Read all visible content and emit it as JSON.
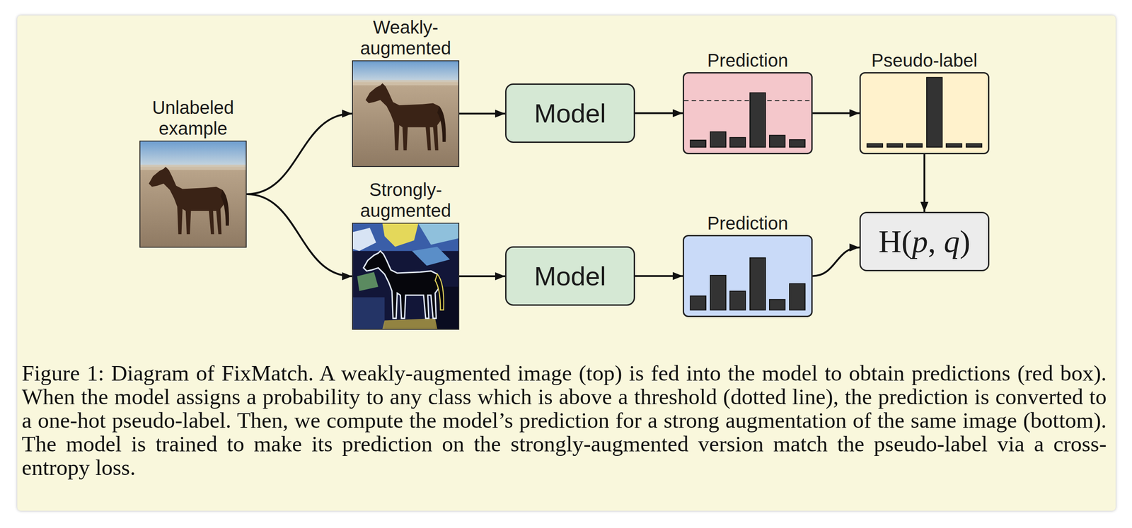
{
  "diagram": {
    "caption": "Figure 1: Diagram of FixMatch. A weakly-augmented image (top) is fed into the model to obtain predictions (red box). When the model assigns a probability to any class which is above a threshold (dotted line), the prediction is converted to a one-hot pseudo-label. Then, we compute the model’s prediction for a strong augmentation of the same image (bottom). The model is trained to make its prediction on the strongly-augmented version match the pseudo-label via a cross-entropy loss.",
    "nodes": [
      {
        "text": [
          "Unlabeled example"
        ]
      },
      {
        "text": [
          "Weakly-augmented"
        ]
      },
      {
        "text": [
          "Model"
        ]
      },
      {
        "text": [
          "Prediction"
        ]
      },
      {
        "text": [
          "Pseudo-label"
        ]
      },
      {
        "text": [
          "Strongly-augmented"
        ]
      },
      {
        "text": [
          "Model"
        ]
      },
      {
        "text": [
          "Prediction"
        ]
      },
      {
        "text": [
          "H(p, q)"
        ]
      }
    ],
    "edges": [
      {
        "from": 0,
        "to": 1,
        "arrow": "to"
      },
      {
        "from": 0,
        "to": 5,
        "arrow": "to"
      },
      {
        "from": 1,
        "to": 2,
        "arrow": "to"
      },
      {
        "from": 2,
        "to": 3,
        "arrow": "to"
      },
      {
        "from": 3,
        "to": 4,
        "arrow": "to"
      },
      {
        "from": 4,
        "to": 8,
        "arrow": "to"
      },
      {
        "from": 5,
        "to": 6,
        "arrow": "to"
      },
      {
        "from": 6,
        "to": 7,
        "arrow": "to"
      },
      {
        "from": 7,
        "to": 8,
        "arrow": "to"
      }
    ]
  }
}
